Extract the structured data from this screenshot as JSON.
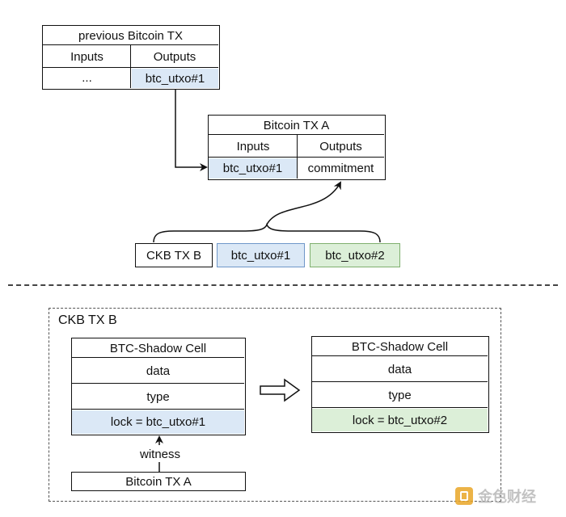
{
  "prev_tx": {
    "title": "previous Bitcoin TX",
    "inputs_header": "Inputs",
    "outputs_header": "Outputs",
    "inputs_value": "...",
    "outputs_value": "btc_utxo#1"
  },
  "tx_a": {
    "title": "Bitcoin TX A",
    "inputs_header": "Inputs",
    "outputs_header": "Outputs",
    "inputs_value": "btc_utxo#1",
    "outputs_value": "commitment"
  },
  "ckb_row": {
    "label": "CKB TX B",
    "utxo1": "btc_utxo#1",
    "utxo2": "btc_utxo#2"
  },
  "panel": {
    "title": "CKB TX B",
    "left_cell": {
      "title": "BTC-Shadow Cell",
      "data": "data",
      "type": "type",
      "lock": "lock = btc_utxo#1"
    },
    "right_cell": {
      "title": "BTC-Shadow Cell",
      "data": "data",
      "type": "type",
      "lock": "lock = btc_utxo#2"
    },
    "witness_label": "witness",
    "bitcoin_tx_a": "Bitcoin TX A"
  },
  "watermark": {
    "text": "金色财经"
  },
  "colors": {
    "blue_fill": "#dbe8f6",
    "green_fill": "#dcefd8",
    "blue_border": "#6f97c9",
    "green_border": "#7fb06f"
  }
}
